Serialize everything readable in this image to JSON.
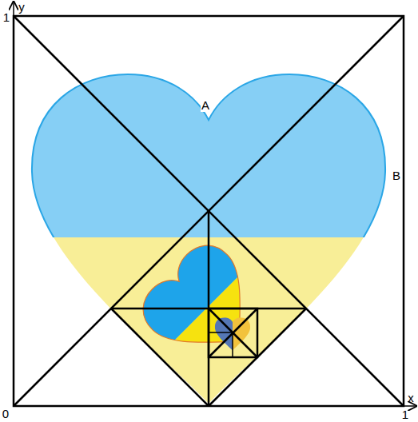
{
  "diagram": {
    "labels": [
      "y",
      "1",
      "A",
      "B",
      "0",
      "1",
      "x"
    ]
  }
}
